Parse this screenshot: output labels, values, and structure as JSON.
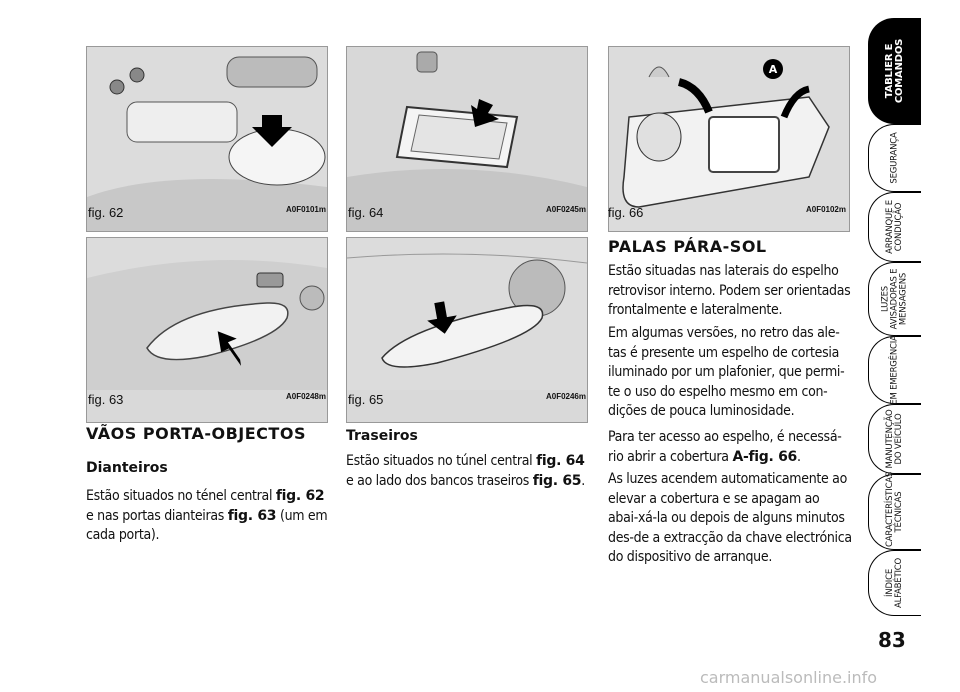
{
  "figures": [
    {
      "name": "fig. 62",
      "code": "A0F0101m"
    },
    {
      "name": "fig. 63",
      "code": "A0F0248m"
    },
    {
      "name": "fig. 64",
      "code": "A0F0245m"
    },
    {
      "name": "fig. 65",
      "code": "A0F0246m"
    },
    {
      "name": "fig. 66",
      "code": "A0F0102m"
    }
  ],
  "fig66_marker": "A",
  "col1": {
    "heading": "VÃOS PORTA-OBJECTOS",
    "subheading": "Dianteiros",
    "p1_text1": "Estão situados no ténel central ",
    "p1_ref1": "fig. 62",
    "p1_text2": " e nas portas dianteiras ",
    "p1_ref2": "fig. 63",
    "p1_text3": " (um em cada porta)."
  },
  "col2": {
    "subheading": "Traseiros",
    "p1_text1": "Estão situados no túnel central ",
    "p1_ref1": "fig. 64",
    "p1_text2": " e ao lado dos bancos traseiros ",
    "p1_ref2": "fig. 65",
    "p1_text3": "."
  },
  "col3": {
    "heading": "PALAS PÁRA-SOL",
    "p1": "Estão situadas nas laterais do espelho retrovisor interno. Podem ser orientadas frontalmente e lateralmente.",
    "p2": "Em algumas versões, no retro das ale-tas é presente um espelho de cortesia iluminado por um plafonier, que permi-te o uso do espelho mesmo em con-dições de pouca luminosidade.",
    "p3_text1": "Para ter acesso ao espelho, é necessá-rio abrir a cobertura ",
    "p3_ref": "A-fig. 66",
    "p3_text2": ".",
    "p4": "As luzes acendem automaticamente ao elevar a cobertura e se apagam ao abai-xá-la ou depois de alguns minutos des-de a extracção da chave electrónica do dispositivo de arranque."
  },
  "sidebar": [
    {
      "label": "TABLIER E COMANDOS",
      "active": true
    },
    {
      "label": "SEGURANÇA",
      "active": false
    },
    {
      "label": "ARRANQUE E CONDUÇÃO",
      "active": false
    },
    {
      "label": "LUZES AVISADORAS E MENSAGENS",
      "active": false
    },
    {
      "label": "EM EMERGÊNCIA",
      "active": false
    },
    {
      "label": "MANUTENÇÃO DO VEÍCULO",
      "active": false
    },
    {
      "label": "CARACTERÍSTICAS TÉCNICAS",
      "active": false
    },
    {
      "label": "ÍNDICE ALFABÉTICO",
      "active": false
    }
  ],
  "page_number": "83",
  "watermark": "carmanualsonline.info"
}
